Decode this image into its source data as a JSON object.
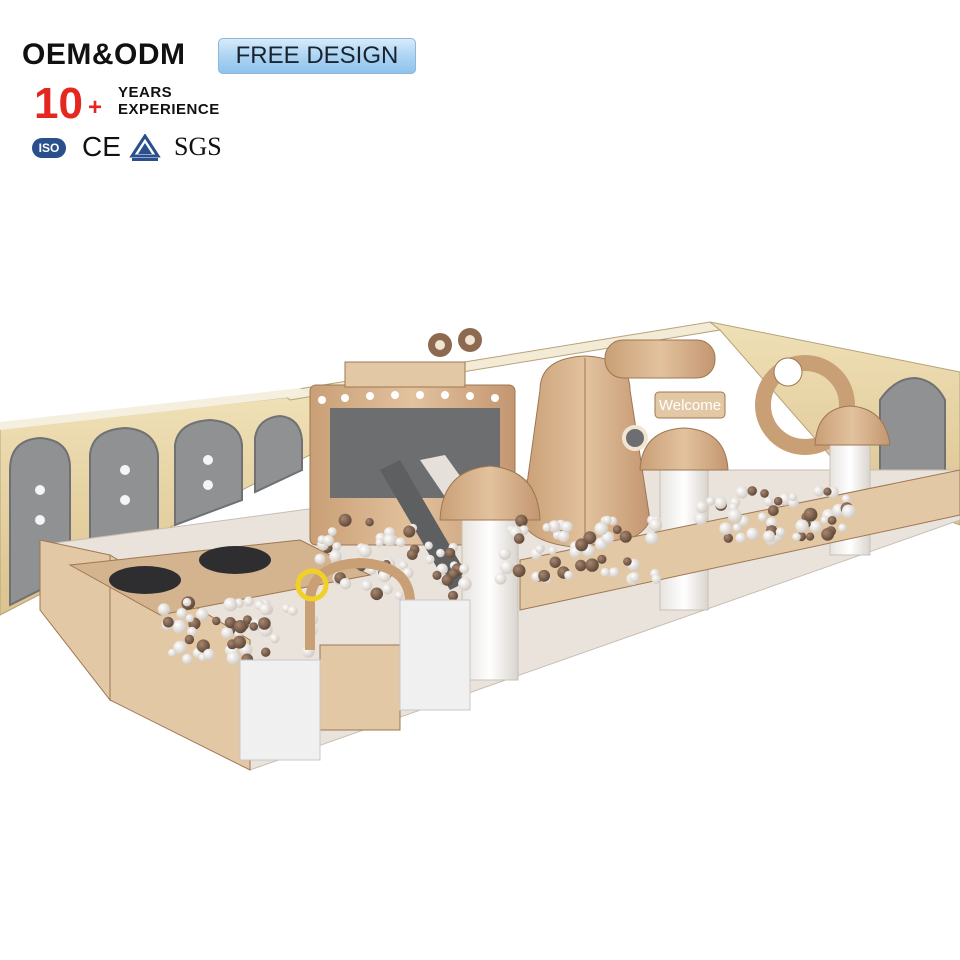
{
  "badges": {
    "oem_odm": "OEM&ODM",
    "free_design": "FREE DESIGN",
    "years_number": "10",
    "years_plus": "+",
    "years_line1": "YEARS",
    "years_line2": "EXPERIENCE",
    "cert_iso": "ISO",
    "cert_ce": "CE",
    "cert_sgs": "SGS"
  },
  "scene": {
    "welcome_sign": "Welcome",
    "colors": {
      "tan": "#d9b894",
      "tan_dark": "#b98f66",
      "wall": "#e9d6a8",
      "window": "#8a8c8f",
      "ball_white": "#f4f2ee",
      "ball_brown": "#8a6a52",
      "accent_red": "#e4271f",
      "accent_blue": "#a9d2f2"
    },
    "icons": [
      "ce-mark-icon",
      "tuv-triangle-icon",
      "iso-badge-icon",
      "mushroom-tower-icon",
      "castle-gate-icon"
    ]
  }
}
